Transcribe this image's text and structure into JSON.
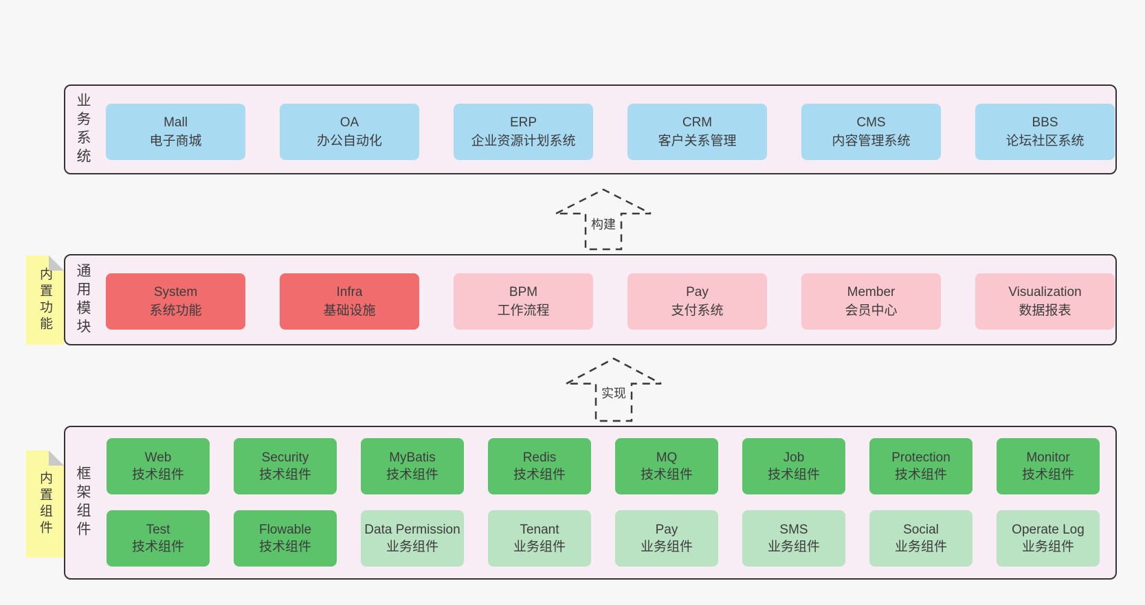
{
  "colors": {
    "page_bg": "#f7f7f7",
    "band_bg": "#f8edf5",
    "band_border": "#333333",
    "blue": "#a8dbf2",
    "red": "#f16c6c",
    "pink": "#f9c7cd",
    "green": "#5cc36b",
    "lightgreen": "#b9e3c2",
    "sticky_yellow": "#fbf9a2",
    "fold_gray": "#c9c9c9",
    "text": "#3c3c3c",
    "arrow_stroke": "#3a3a3a"
  },
  "bands": [
    {
      "label": "业务系统",
      "boxes": [
        {
          "title": "Mall",
          "subtitle": "电子商城",
          "variant": "blue"
        },
        {
          "title": "OA",
          "subtitle": "办公自动化",
          "variant": "blue"
        },
        {
          "title": "ERP",
          "subtitle": "企业资源计划系统",
          "variant": "blue"
        },
        {
          "title": "CRM",
          "subtitle": "客户关系管理",
          "variant": "blue"
        },
        {
          "title": "CMS",
          "subtitle": "内容管理系统",
          "variant": "blue"
        },
        {
          "title": "BBS",
          "subtitle": "论坛社区系统",
          "variant": "blue"
        }
      ]
    },
    {
      "label": "通用模块",
      "sticky_label": "内置功能",
      "boxes": [
        {
          "title": "System",
          "subtitle": "系统功能",
          "variant": "red"
        },
        {
          "title": "Infra",
          "subtitle": "基础设施",
          "variant": "red"
        },
        {
          "title": "BPM",
          "subtitle": "工作流程",
          "variant": "pink"
        },
        {
          "title": "Pay",
          "subtitle": "支付系统",
          "variant": "pink"
        },
        {
          "title": "Member",
          "subtitle": "会员中心",
          "variant": "pink"
        },
        {
          "title": "Visualization",
          "subtitle": "数据报表",
          "variant": "pink"
        }
      ]
    },
    {
      "label": "框架组件",
      "sticky_label": "内置组件",
      "rows": [
        [
          {
            "title": "Web",
            "subtitle": "技术组件",
            "variant": "green"
          },
          {
            "title": "Security",
            "subtitle": "技术组件",
            "variant": "green"
          },
          {
            "title": "MyBatis",
            "subtitle": "技术组件",
            "variant": "green"
          },
          {
            "title": "Redis",
            "subtitle": "技术组件",
            "variant": "green"
          },
          {
            "title": "MQ",
            "subtitle": "技术组件",
            "variant": "green"
          },
          {
            "title": "Job",
            "subtitle": "技术组件",
            "variant": "green"
          },
          {
            "title": "Protection",
            "subtitle": "技术组件",
            "variant": "green"
          },
          {
            "title": "Monitor",
            "subtitle": "技术组件",
            "variant": "green"
          }
        ],
        [
          {
            "title": "Test",
            "subtitle": "技术组件",
            "variant": "green"
          },
          {
            "title": "Flowable",
            "subtitle": "技术组件",
            "variant": "green"
          },
          {
            "title": "Data Permission",
            "subtitle": "业务组件",
            "variant": "lightgreen"
          },
          {
            "title": "Tenant",
            "subtitle": "业务组件",
            "variant": "lightgreen"
          },
          {
            "title": "Pay",
            "subtitle": "业务组件",
            "variant": "lightgreen"
          },
          {
            "title": "SMS",
            "subtitle": "业务组件",
            "variant": "lightgreen"
          },
          {
            "title": "Social",
            "subtitle": "业务组件",
            "variant": "lightgreen"
          },
          {
            "title": "Operate Log",
            "subtitle": "业务组件",
            "variant": "lightgreen"
          }
        ]
      ]
    }
  ],
  "arrows": [
    {
      "label": "构建"
    },
    {
      "label": "实现"
    }
  ]
}
